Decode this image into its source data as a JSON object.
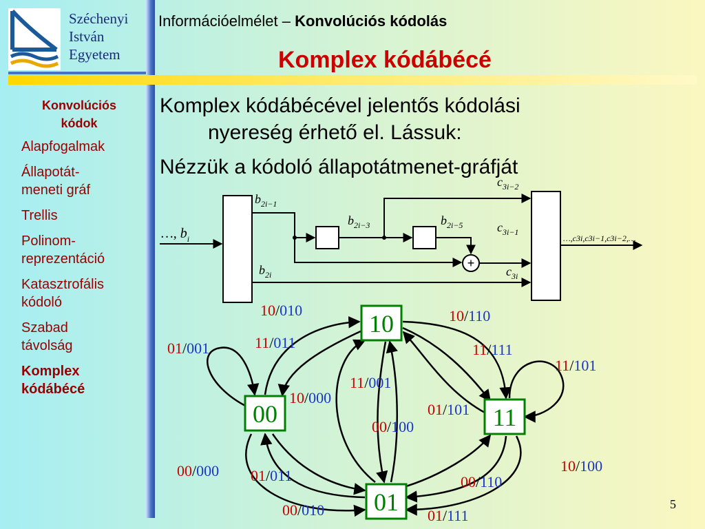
{
  "logo": {
    "lines": [
      "Széchenyi",
      "István",
      "Egyetem"
    ]
  },
  "header": {
    "prefix": "Információelmélet – ",
    "bold": "Konvolúciós kódolás"
  },
  "title": "Komplex kódábécé",
  "sidebar": {
    "heading": "Konvolúciós kódok",
    "items": [
      {
        "label": "Alapfogalmak"
      },
      {
        "label": "Állapotát-meneti gráf"
      },
      {
        "label": "Trellis"
      },
      {
        "label": "Polinom-reprezentáció"
      },
      {
        "label": "Katasztrofális kódoló"
      },
      {
        "label": "Szabad távolság"
      },
      {
        "label": "Komplex kódábécé"
      }
    ]
  },
  "body": {
    "line1": "Komplex kódábécével jelentős kódolási",
    "line2": "nyereség érhető el. Lássuk:",
    "line3": "Nézzük a kódoló állapotátmenet-gráfját"
  },
  "encoder": {
    "input": "…, b",
    "input_sub": "i",
    "b2i1": "b",
    "b2i1_sub": "2i−1",
    "b2i3_sub": "2i−3",
    "b2i5_sub": "2i−5",
    "b2i_sub": "2i",
    "c3i2_sub": "3i−2",
    "c3i1_sub": "3i−1",
    "c3i_sub": "3i",
    "output": "…,c3i,c3i−1,c3i−2,…",
    "plus": "+"
  },
  "states": {
    "s00": "00",
    "s01": "01",
    "s10": "10",
    "s11": "11"
  },
  "edges": [
    {
      "in": "10",
      "out": "010"
    },
    {
      "in": "01",
      "out": "001"
    },
    {
      "in": "11",
      "out": "011"
    },
    {
      "in": "10",
      "out": "110"
    },
    {
      "in": "11",
      "out": "111"
    },
    {
      "in": "11",
      "out": "101"
    },
    {
      "in": "11",
      "out": "001"
    },
    {
      "in": "10",
      "out": "000"
    },
    {
      "in": "01",
      "out": "101"
    },
    {
      "in": "00",
      "out": "100"
    },
    {
      "in": "00",
      "out": "000"
    },
    {
      "in": "01",
      "out": "011"
    },
    {
      "in": "00",
      "out": "110"
    },
    {
      "in": "10",
      "out": "100"
    },
    {
      "in": "00",
      "out": "010"
    },
    {
      "in": "01",
      "out": "111"
    }
  ],
  "page_number": "5",
  "colors": {
    "input_bits": "#cc0000",
    "output_bits": "#1a35c8",
    "state_border": "#008000",
    "title": "#cc0000"
  }
}
